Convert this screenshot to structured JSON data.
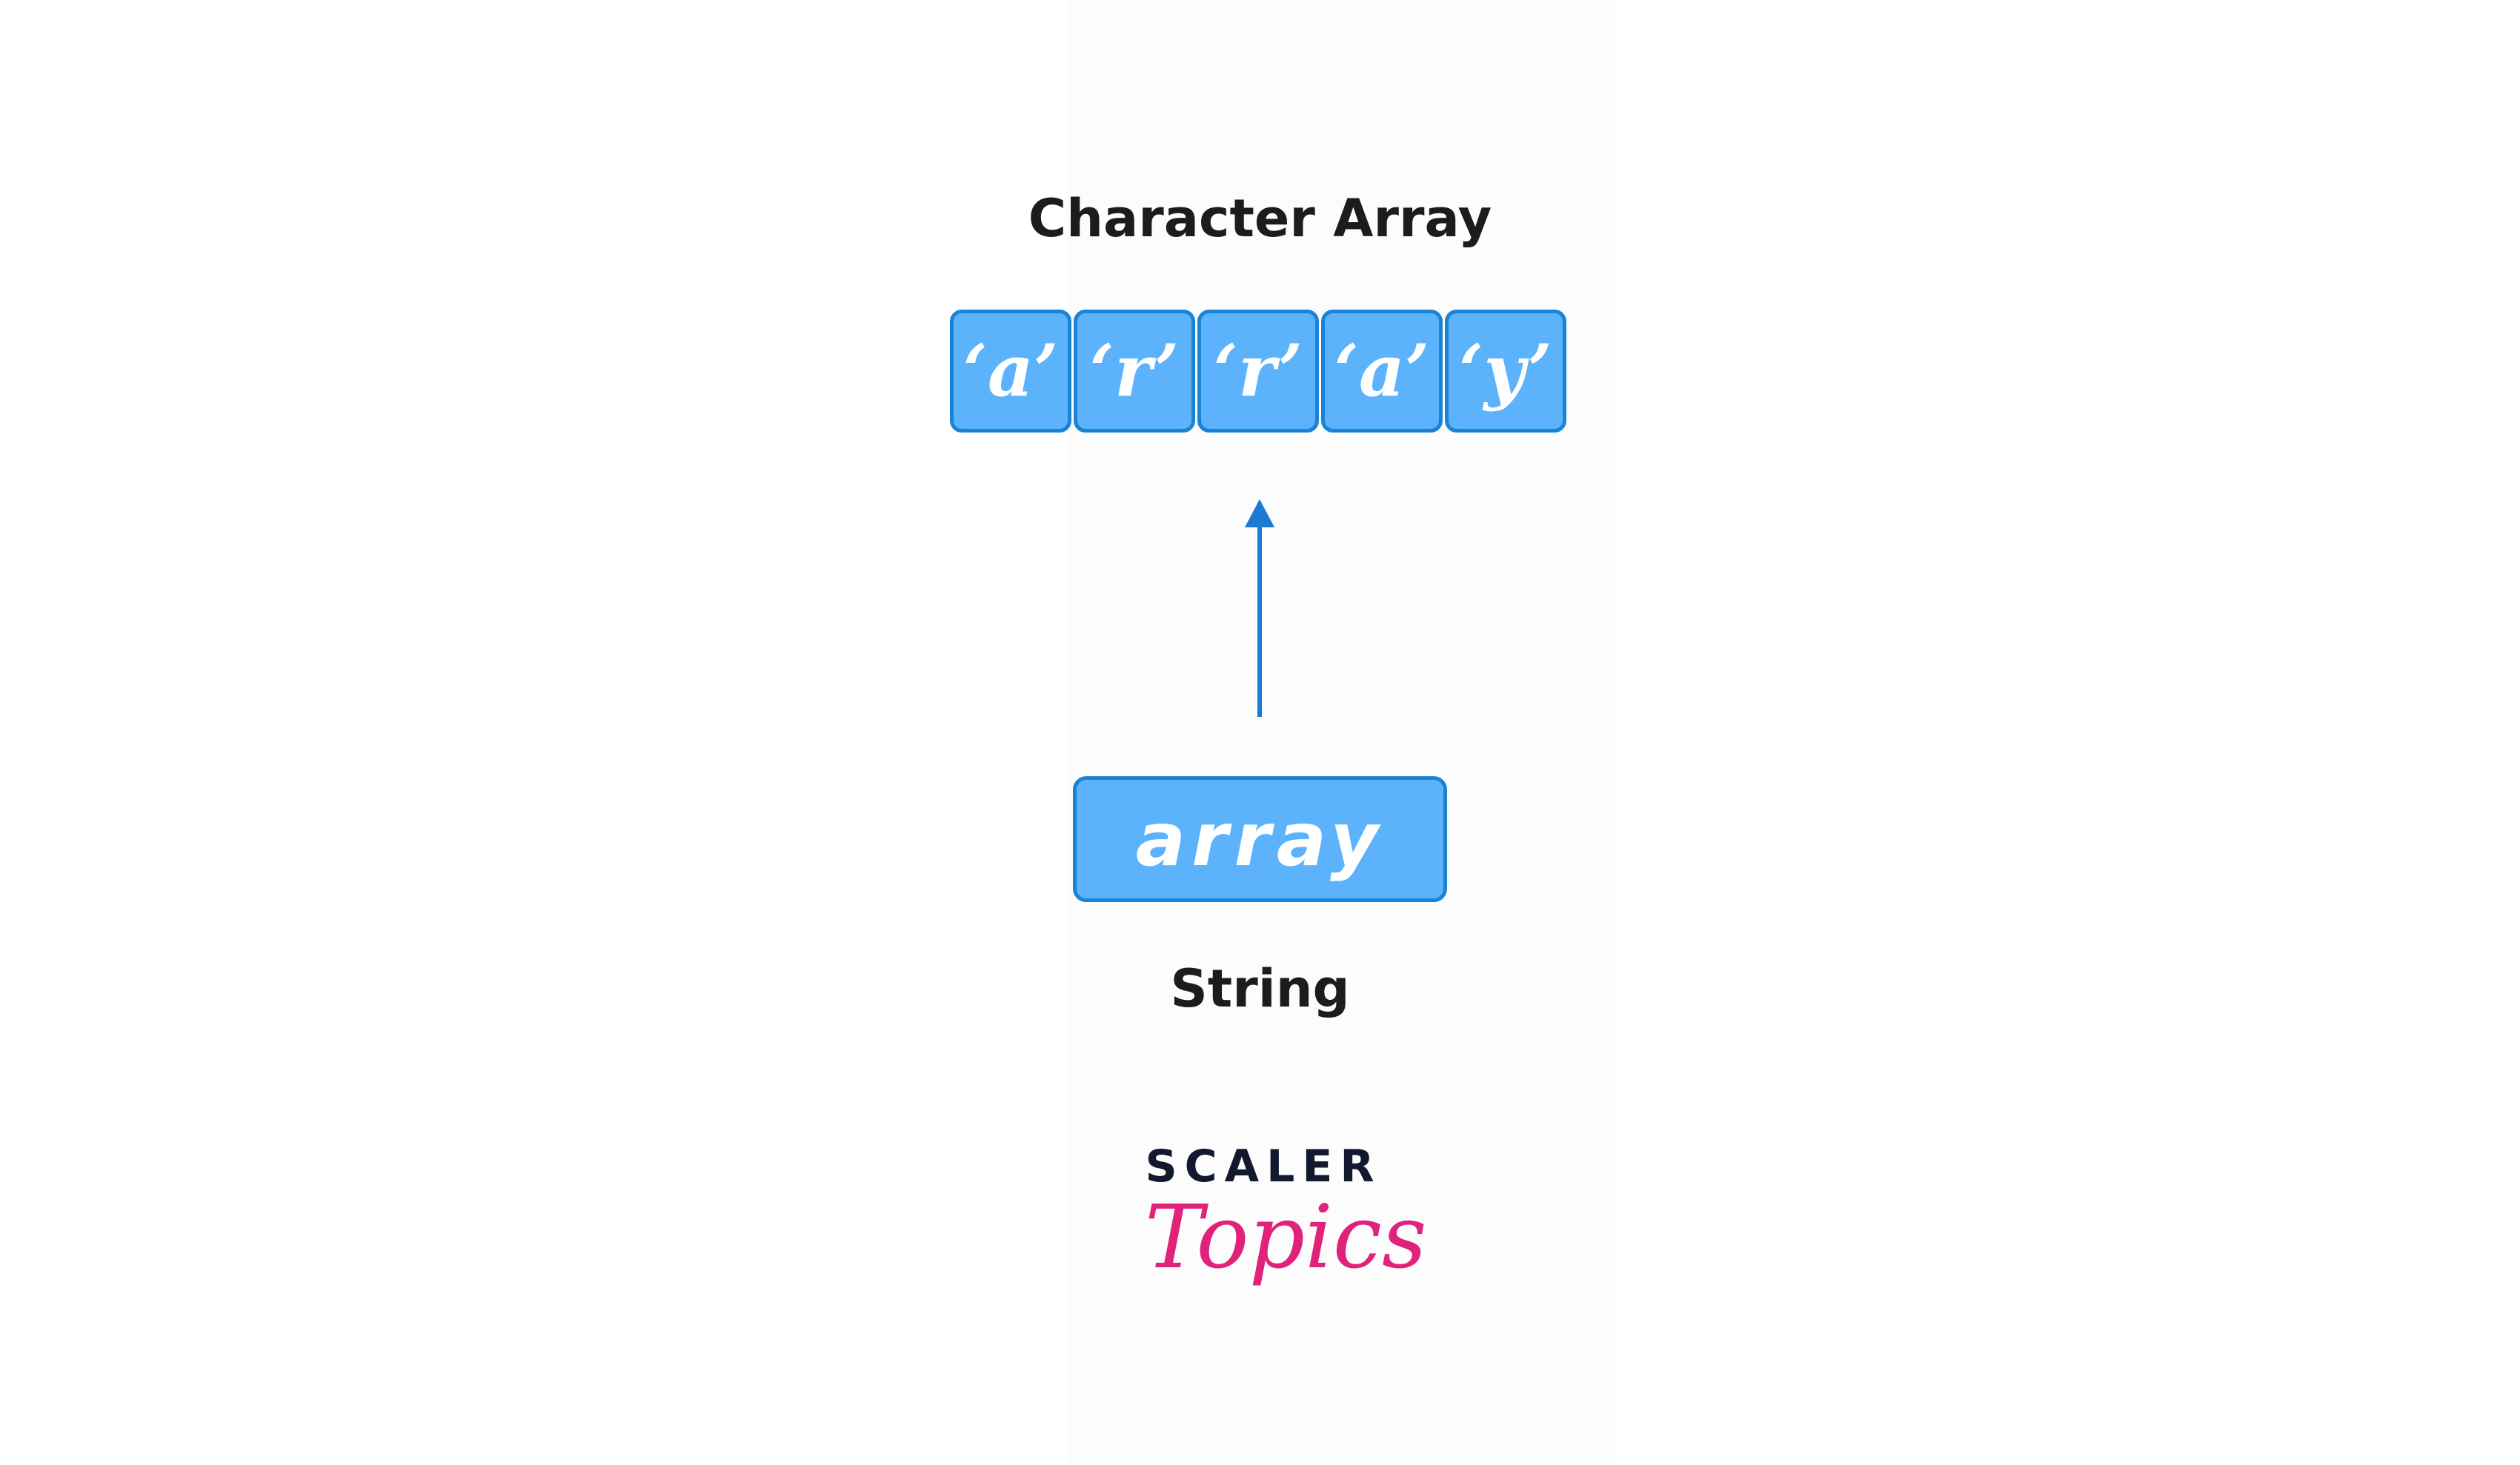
{
  "diagram": {
    "top_label": "Character Array",
    "characters": [
      "‘a’",
      "‘r’",
      "‘r’",
      "‘a’",
      "‘y’"
    ],
    "string_value": "array",
    "bottom_label": "String"
  },
  "logo": {
    "line1": "SCALER",
    "line2": "Topics"
  },
  "colors": {
    "cell_fill": "#5cb3fb",
    "cell_border": "#1a83d6",
    "arrow": "#1a7ad4",
    "text_dark": "#1c1c1c",
    "logo_dark": "#12192e",
    "logo_pink": "#e0227a"
  },
  "icons": {
    "arrow": "up-arrow-icon"
  }
}
